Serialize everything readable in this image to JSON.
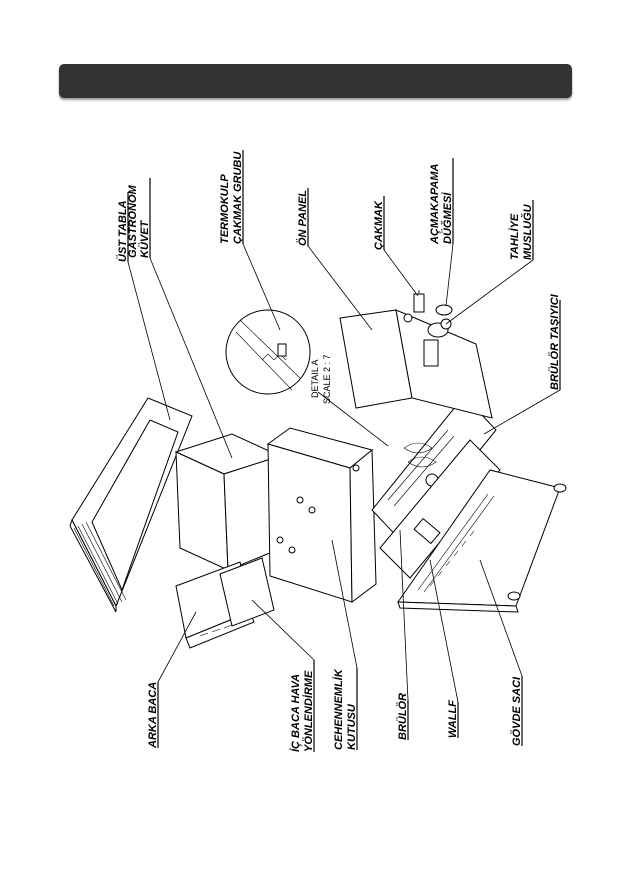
{
  "header": {
    "bar_color": "#333333"
  },
  "labels": {
    "ust_tabla": "ÜST TABLA",
    "gastronom_1": "GASTRONOM",
    "gastronom_2": "KÜVET",
    "termokulp_1": "TERMOKULP",
    "termokulp_2": "ÇAKMAK GRUBU",
    "on_panel": "ÖN PANEL",
    "cakmak": "ÇAKMAK",
    "acmakapama_1": "AÇMAKAPAMA",
    "acmakapama_2": "DÜĞMESİ",
    "tahliye_1": "TAHLİYE",
    "tahliye_2": "MUSLUĞU",
    "brulor_tasiyici": "BRÜLÖR TAŞIYICI",
    "detail_1": "DETAIL A",
    "detail_2": "SCALE 2 : 7",
    "arka_baca": "ARKA BACA",
    "ic_baca_1": "İÇ BACA  HAVA",
    "ic_baca_2": "YÖNLENDİRME",
    "cehennemlik_1": "CEHENNEMLİK",
    "cehennemlik_2": "KUTUSU",
    "brulor": "BRÜLÖR",
    "wallf": "WALLF",
    "govde_saci": "GÖVDE SACI"
  }
}
